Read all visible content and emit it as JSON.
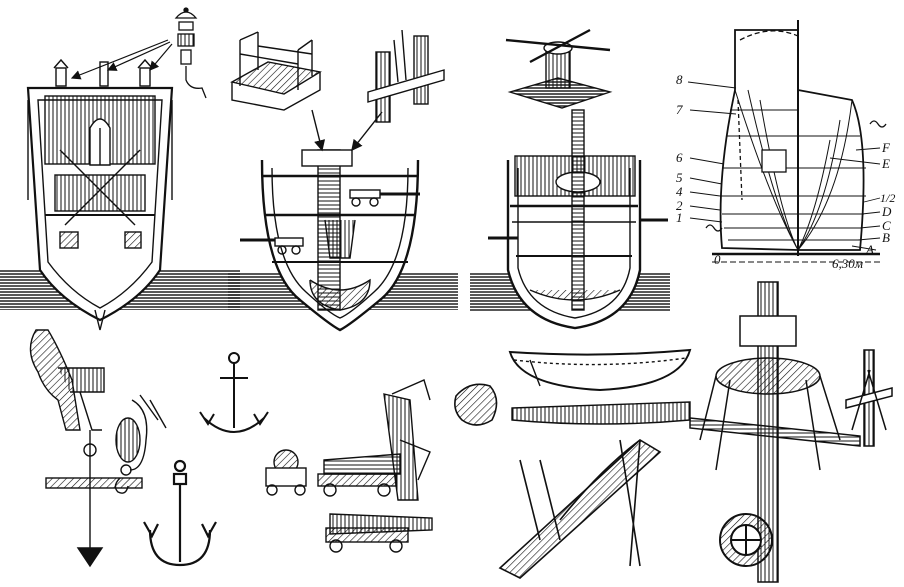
{
  "plate": {
    "background": "#ffffff",
    "ink": "#111111"
  },
  "hull_lines": {
    "station_labels": [
      "8",
      "7",
      "6",
      "5",
      "4",
      "2",
      "1",
      "0"
    ],
    "waterline_labels": [
      "F",
      "E",
      "1/2",
      "D",
      "C",
      "B",
      "A"
    ],
    "scale_label": "6,30м"
  }
}
